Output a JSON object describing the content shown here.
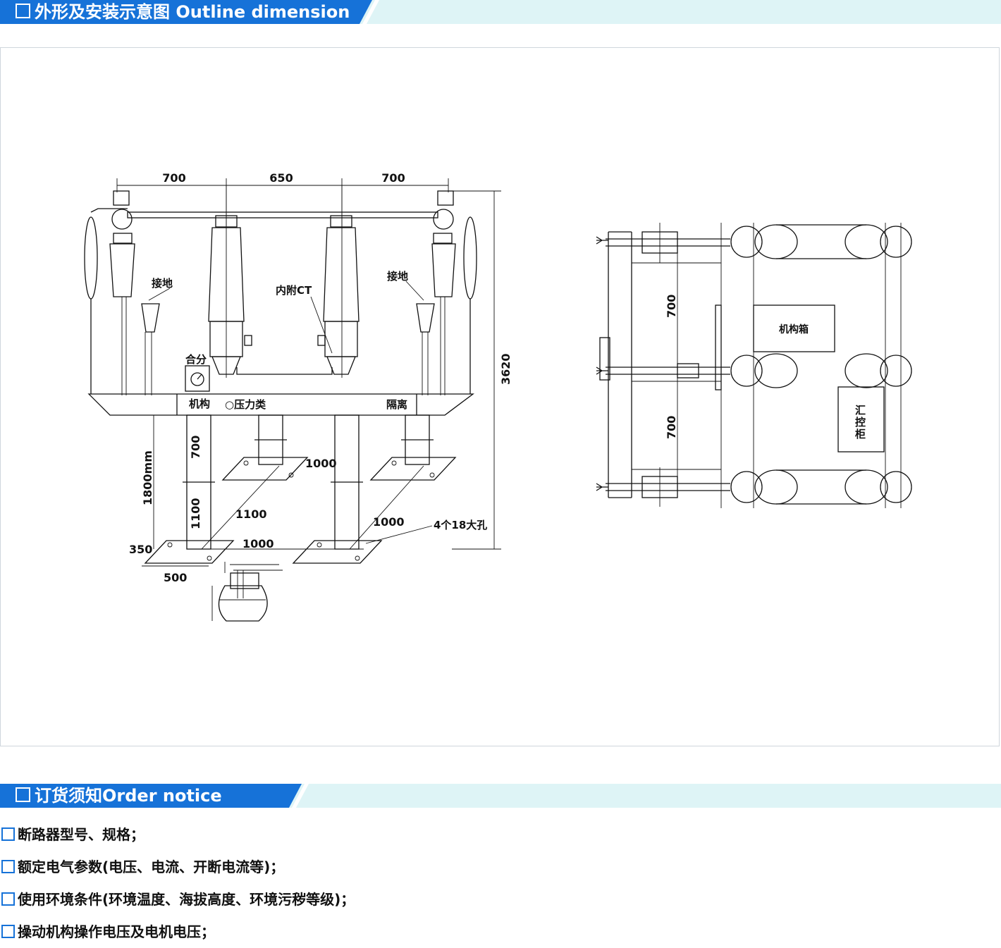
{
  "sections": {
    "outline": {
      "title": "外形及安装示意图 Outline dimension"
    },
    "order": {
      "title": "订货须知Order notice"
    }
  },
  "colors": {
    "accent": "#1672d8",
    "tint": "#def4f6",
    "frame_border": "#cfd6dc"
  },
  "drawing": {
    "side_view": {
      "dims": {
        "top_left": "700",
        "top_mid": "650",
        "top_right": "700",
        "height_total": "3620",
        "support_height": "1800mm",
        "leg_upper": "700",
        "leg_lower": "1100",
        "base_1000_a": "1000",
        "base_1000_b": "1000",
        "base_1000_c": "1000",
        "base_1100": "1100",
        "base_350": "350",
        "base_500": "500"
      },
      "labels": {
        "ground_left": "接地",
        "ground_right": "接地",
        "internal_ct": "内附CT",
        "close_open": "合分",
        "mechanism": "机构",
        "pressure_gauge": "○压力类",
        "isolation": "隔离",
        "holes": "4个18大孔"
      }
    },
    "plan_view": {
      "dims": {
        "pitch_upper": "700",
        "pitch_lower": "700"
      },
      "labels": {
        "mechanism_box": "机构箱",
        "busbar_cabinet_1": "汇",
        "busbar_cabinet_2": "控",
        "busbar_cabinet_3": "柜"
      }
    }
  },
  "order_notice": {
    "items": [
      "断路器型号、规格；",
      "额定电气参数(电压、电流、开断电流等)；",
      "使用环境条件(环境温度、海拔高度、环境污秽等级)；",
      "操动机构操作电压及电机电压；"
    ]
  }
}
